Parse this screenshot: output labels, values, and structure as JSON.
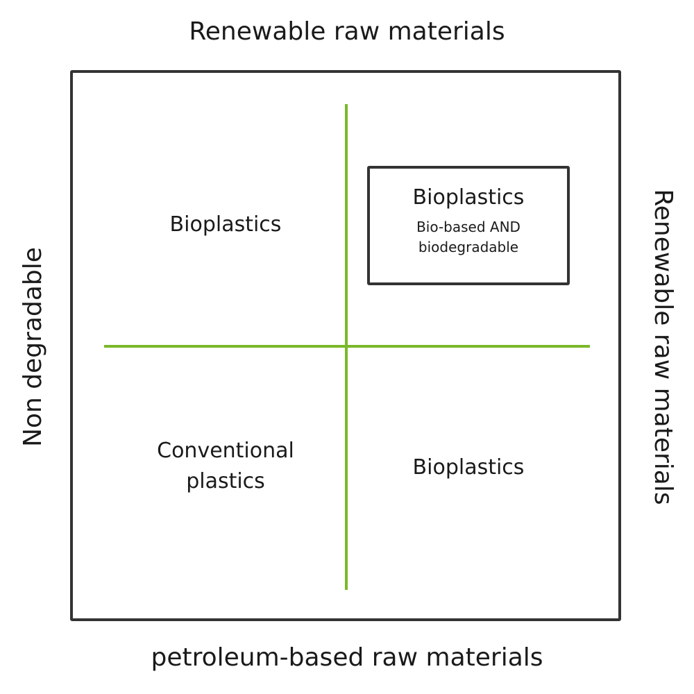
{
  "axes": {
    "top": "Renewable raw materials",
    "bottom": "petroleum-based raw materials",
    "left": "Non degradable",
    "right": "Renewable raw materials"
  },
  "quadrants": {
    "top_left": "Bioplastics",
    "top_right": {
      "title": "Bioplastics",
      "subtitle_line1": "Bio-based AND",
      "subtitle_line2": "biodegradable"
    },
    "bottom_left": {
      "line1": "Conventional",
      "line2": "plastics"
    },
    "bottom_right": "Bioplastics"
  },
  "colors": {
    "divider": "#7ab82a",
    "frame": "#333333"
  }
}
